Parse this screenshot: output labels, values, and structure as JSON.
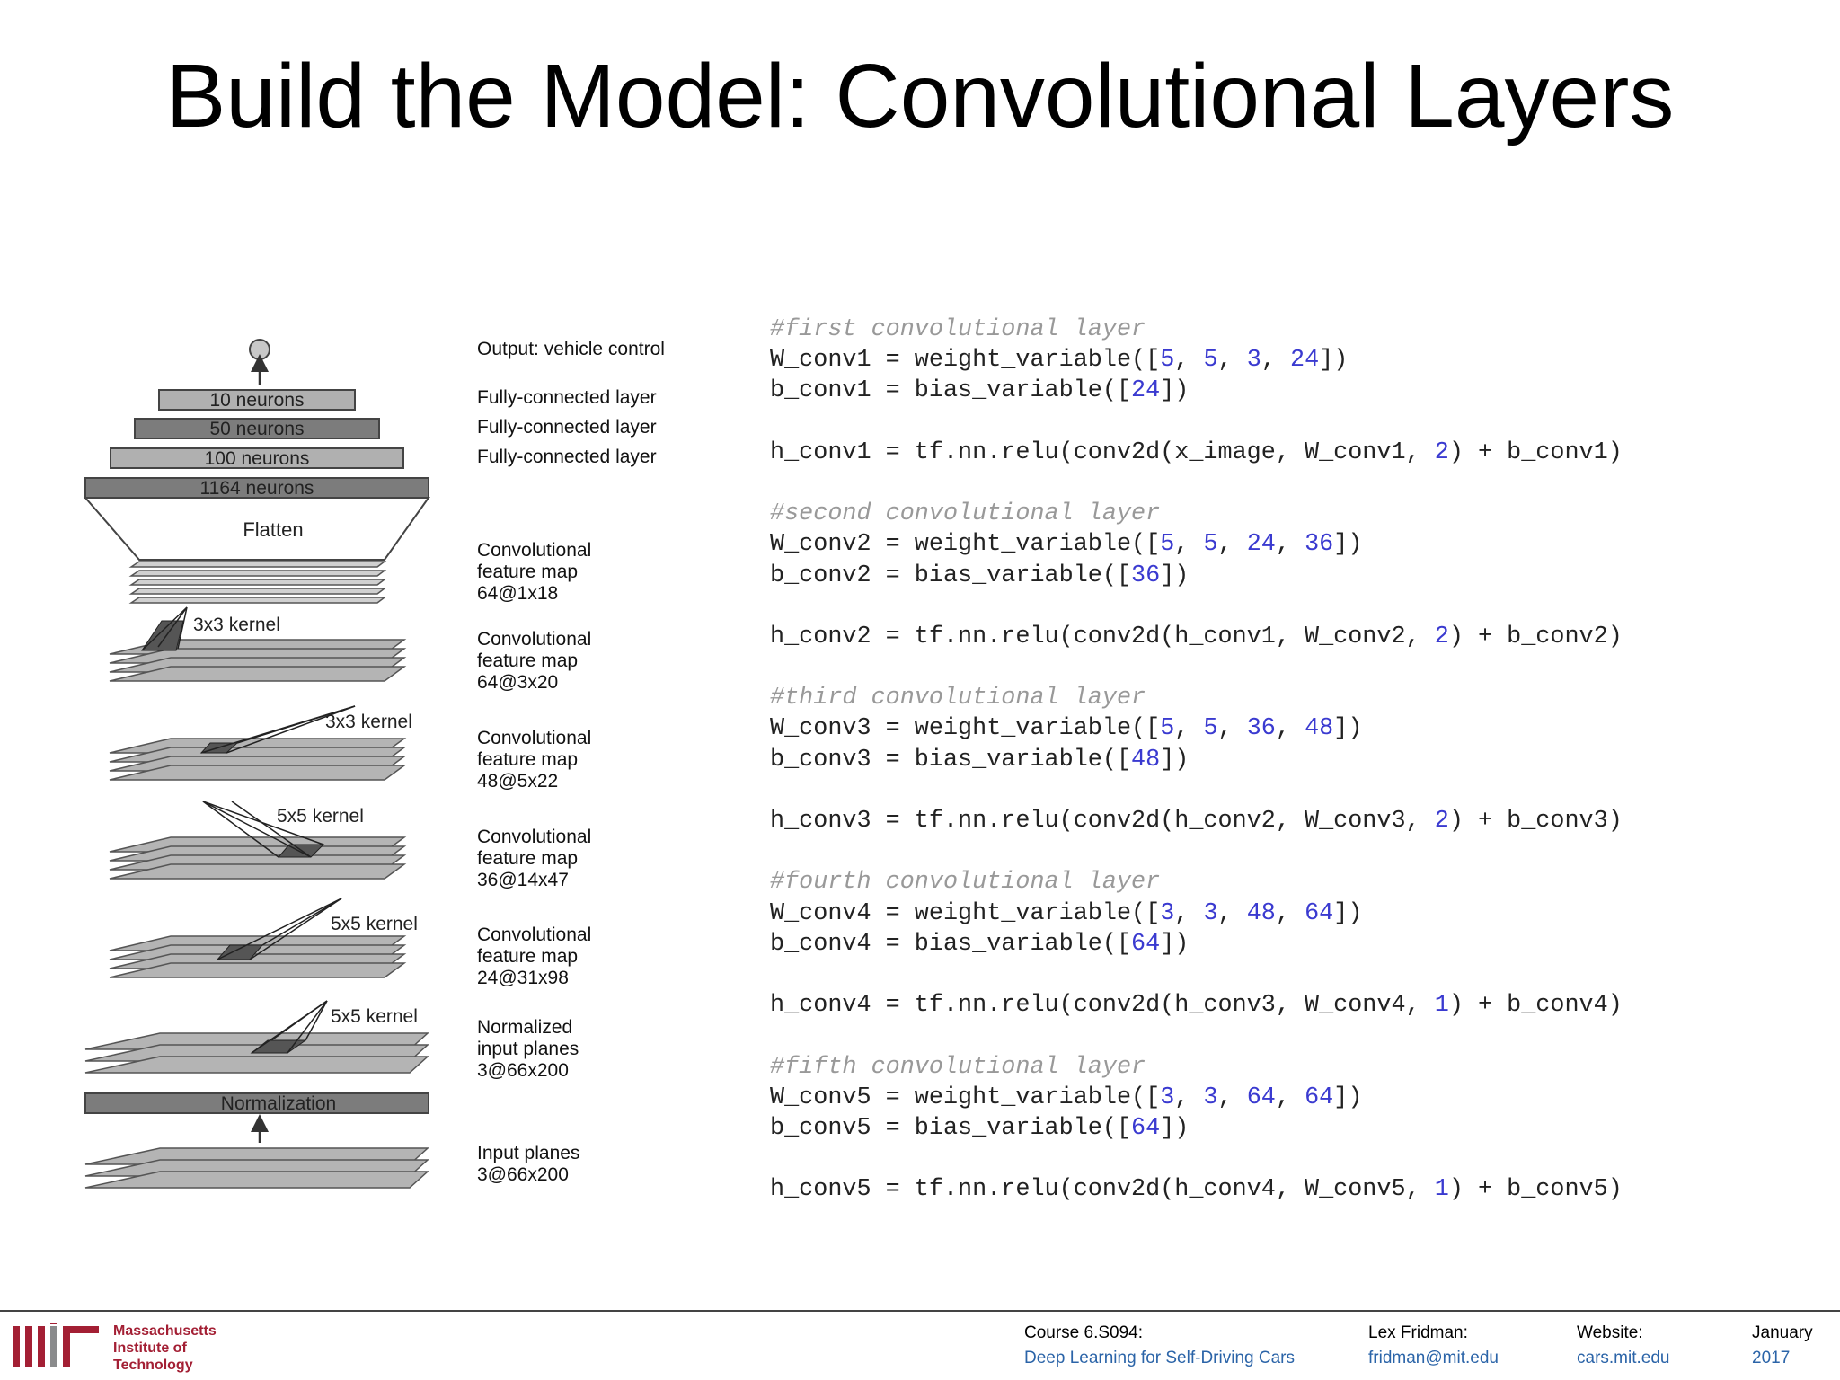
{
  "slide": {
    "title": "Build the Model: Convolutional Layers"
  },
  "diagram": {
    "blocks": [
      {
        "id": "fc10",
        "label": "10 neurons",
        "shade": "light"
      },
      {
        "id": "fc50",
        "label": "50 neurons",
        "shade": "dark"
      },
      {
        "id": "fc100",
        "label": "100 neurons",
        "shade": "light"
      },
      {
        "id": "fc1164",
        "label": "1164 neurons",
        "shade": "dark"
      }
    ],
    "flatten_label": "Flatten",
    "normalization_label": "Normalization",
    "kernels": [
      "3x3 kernel",
      "3x3 kernel",
      "5x5 kernel",
      "5x5 kernel",
      "5x5 kernel"
    ],
    "annotations": [
      {
        "id": "output",
        "lines": [
          "Output: vehicle control"
        ]
      },
      {
        "id": "fc1",
        "lines": [
          "Fully-connected layer"
        ]
      },
      {
        "id": "fc2",
        "lines": [
          "Fully-connected layer"
        ]
      },
      {
        "id": "fc3",
        "lines": [
          "Fully-connected layer"
        ]
      },
      {
        "id": "conv5",
        "lines": [
          "Convolutional",
          "feature map",
          "64@1x18"
        ]
      },
      {
        "id": "conv4",
        "lines": [
          "Convolutional",
          "feature map",
          "64@3x20"
        ]
      },
      {
        "id": "conv3",
        "lines": [
          "Convolutional",
          "feature map",
          "48@5x22"
        ]
      },
      {
        "id": "conv2",
        "lines": [
          "Convolutional",
          "feature map",
          "36@14x47"
        ]
      },
      {
        "id": "conv1",
        "lines": [
          "Convolutional",
          "feature map",
          "24@31x98"
        ]
      },
      {
        "id": "norm",
        "lines": [
          "Normalized",
          "input planes",
          "3@66x200"
        ]
      },
      {
        "id": "input",
        "lines": [
          "Input planes",
          "3@66x200"
        ]
      }
    ]
  },
  "code": {
    "lines": [
      [
        {
          "t": "#first convolutional layer",
          "c": "cm"
        }
      ],
      [
        {
          "t": "W_conv1 = weight_variable(["
        },
        {
          "t": "5",
          "c": "num"
        },
        {
          "t": ", "
        },
        {
          "t": "5",
          "c": "num"
        },
        {
          "t": ", "
        },
        {
          "t": "3",
          "c": "num"
        },
        {
          "t": ", "
        },
        {
          "t": "24",
          "c": "num"
        },
        {
          "t": "])"
        }
      ],
      [
        {
          "t": "b_conv1 = bias_variable(["
        },
        {
          "t": "24",
          "c": "num"
        },
        {
          "t": "])"
        }
      ],
      [],
      [
        {
          "t": "h_conv1 = tf.nn.relu(conv2d(x_image, W_conv1, "
        },
        {
          "t": "2",
          "c": "num"
        },
        {
          "t": ") + b_conv1)"
        }
      ],
      [],
      [
        {
          "t": "#second convolutional layer",
          "c": "cm"
        }
      ],
      [
        {
          "t": "W_conv2 = weight_variable(["
        },
        {
          "t": "5",
          "c": "num"
        },
        {
          "t": ", "
        },
        {
          "t": "5",
          "c": "num"
        },
        {
          "t": ", "
        },
        {
          "t": "24",
          "c": "num"
        },
        {
          "t": ", "
        },
        {
          "t": "36",
          "c": "num"
        },
        {
          "t": "])"
        }
      ],
      [
        {
          "t": "b_conv2 = bias_variable(["
        },
        {
          "t": "36",
          "c": "num"
        },
        {
          "t": "])"
        }
      ],
      [],
      [
        {
          "t": "h_conv2 = tf.nn.relu(conv2d(h_conv1, W_conv2, "
        },
        {
          "t": "2",
          "c": "num"
        },
        {
          "t": ") + b_conv2)"
        }
      ],
      [],
      [
        {
          "t": "#third convolutional layer",
          "c": "cm"
        }
      ],
      [
        {
          "t": "W_conv3 = weight_variable(["
        },
        {
          "t": "5",
          "c": "num"
        },
        {
          "t": ", "
        },
        {
          "t": "5",
          "c": "num"
        },
        {
          "t": ", "
        },
        {
          "t": "36",
          "c": "num"
        },
        {
          "t": ", "
        },
        {
          "t": "48",
          "c": "num"
        },
        {
          "t": "])"
        }
      ],
      [
        {
          "t": "b_conv3 = bias_variable(["
        },
        {
          "t": "48",
          "c": "num"
        },
        {
          "t": "])"
        }
      ],
      [],
      [
        {
          "t": "h_conv3 = tf.nn.relu(conv2d(h_conv2, W_conv3, "
        },
        {
          "t": "2",
          "c": "num"
        },
        {
          "t": ") + b_conv3)"
        }
      ],
      [],
      [
        {
          "t": "#fourth convolutional layer",
          "c": "cm"
        }
      ],
      [
        {
          "t": "W_conv4 = weight_variable(["
        },
        {
          "t": "3",
          "c": "num"
        },
        {
          "t": ", "
        },
        {
          "t": "3",
          "c": "num"
        },
        {
          "t": ", "
        },
        {
          "t": "48",
          "c": "num"
        },
        {
          "t": ", "
        },
        {
          "t": "64",
          "c": "num"
        },
        {
          "t": "])"
        }
      ],
      [
        {
          "t": "b_conv4 = bias_variable(["
        },
        {
          "t": "64",
          "c": "num"
        },
        {
          "t": "])"
        }
      ],
      [],
      [
        {
          "t": "h_conv4 = tf.nn.relu(conv2d(h_conv3, W_conv4, "
        },
        {
          "t": "1",
          "c": "num"
        },
        {
          "t": ") + b_conv4)"
        }
      ],
      [],
      [
        {
          "t": "#fifth convolutional layer",
          "c": "cm"
        }
      ],
      [
        {
          "t": "W_conv5 = weight_variable(["
        },
        {
          "t": "3",
          "c": "num"
        },
        {
          "t": ", "
        },
        {
          "t": "3",
          "c": "num"
        },
        {
          "t": ", "
        },
        {
          "t": "64",
          "c": "num"
        },
        {
          "t": ", "
        },
        {
          "t": "64",
          "c": "num"
        },
        {
          "t": "])"
        }
      ],
      [
        {
          "t": "b_conv5 = bias_variable(["
        },
        {
          "t": "64",
          "c": "num"
        },
        {
          "t": "])"
        }
      ],
      [],
      [
        {
          "t": "h_conv5 = tf.nn.relu(conv2d(h_conv4, W_conv5, "
        },
        {
          "t": "1",
          "c": "num"
        },
        {
          "t": ") + b_conv5)"
        }
      ]
    ]
  },
  "footer": {
    "logo_text": "MIT",
    "institution": [
      "Massachusetts",
      "Institute of",
      "Technology"
    ],
    "course_label": "Course 6.S094:",
    "course_name": "Deep Learning for Self-Driving Cars",
    "author_label": "Lex Fridman:",
    "author_email": "fridman@mit.edu",
    "website_label": "Website:",
    "website_url": "cars.mit.edu",
    "month": "January",
    "year": "2017"
  },
  "colors": {
    "code_number": "#3a3ad0",
    "code_comment": "#999999",
    "footer_link": "#2b64a8",
    "mit_red": "#a31f34"
  }
}
